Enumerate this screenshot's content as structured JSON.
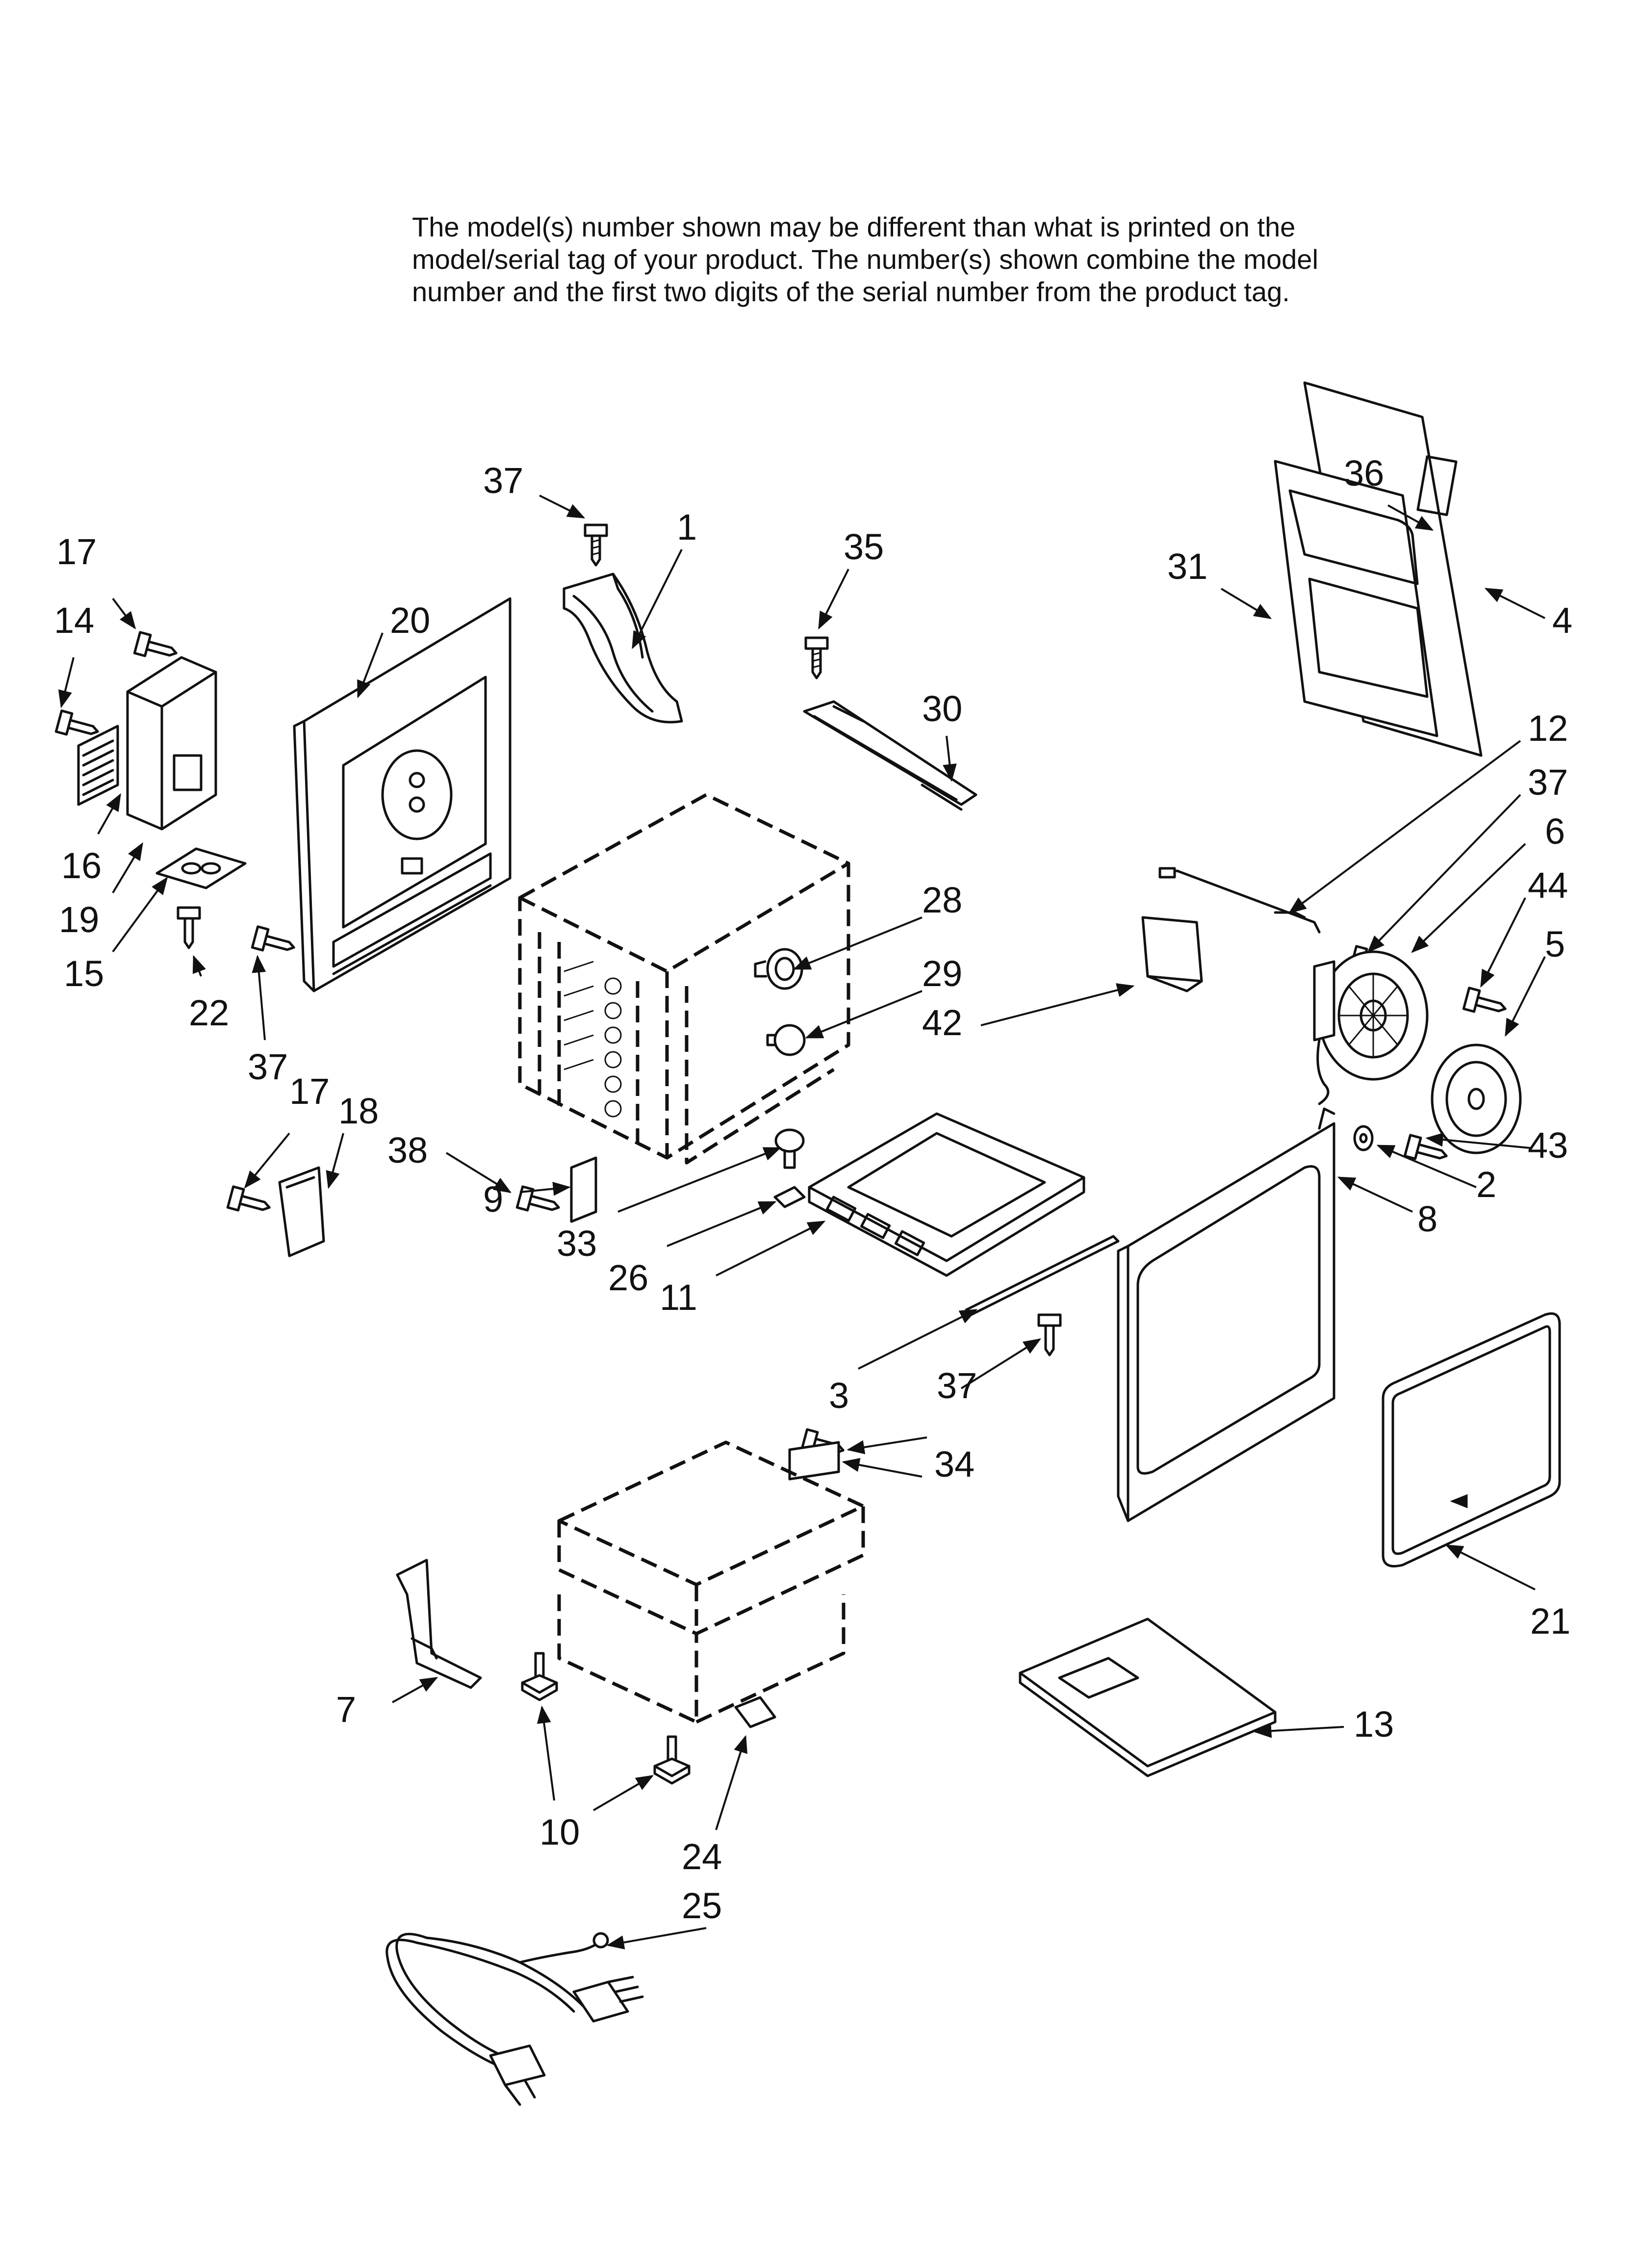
{
  "notice": {
    "lines": [
      "The model(s) number shown may be different than what is printed on the",
      "model/serial tag of your product. The number(s) shown combine the model",
      "number and the first two digits of the serial number from the product tag."
    ]
  },
  "callouts": {
    "c1": "1",
    "c2": "2",
    "c3": "3",
    "c4": "4",
    "c5": "5",
    "c6": "6",
    "c7": "7",
    "c8": "8",
    "c9": "9",
    "c10": "10",
    "c11": "11",
    "c12": "12",
    "c13": "13",
    "c14": "14",
    "c15": "15",
    "c16": "16",
    "c17a": "17",
    "c17b": "17",
    "c18": "18",
    "c19": "19",
    "c20": "20",
    "c21": "21",
    "c22": "22",
    "c24": "24",
    "c25": "25",
    "c26": "26",
    "c28": "28",
    "c29": "29",
    "c30": "30",
    "c31": "31",
    "c33": "33",
    "c34": "34",
    "c35": "35",
    "c36": "36",
    "c37a": "37",
    "c37b": "37",
    "c37c": "37",
    "c37d": "37",
    "c38": "38",
    "c42": "42",
    "c43": "43",
    "c44": "44"
  }
}
